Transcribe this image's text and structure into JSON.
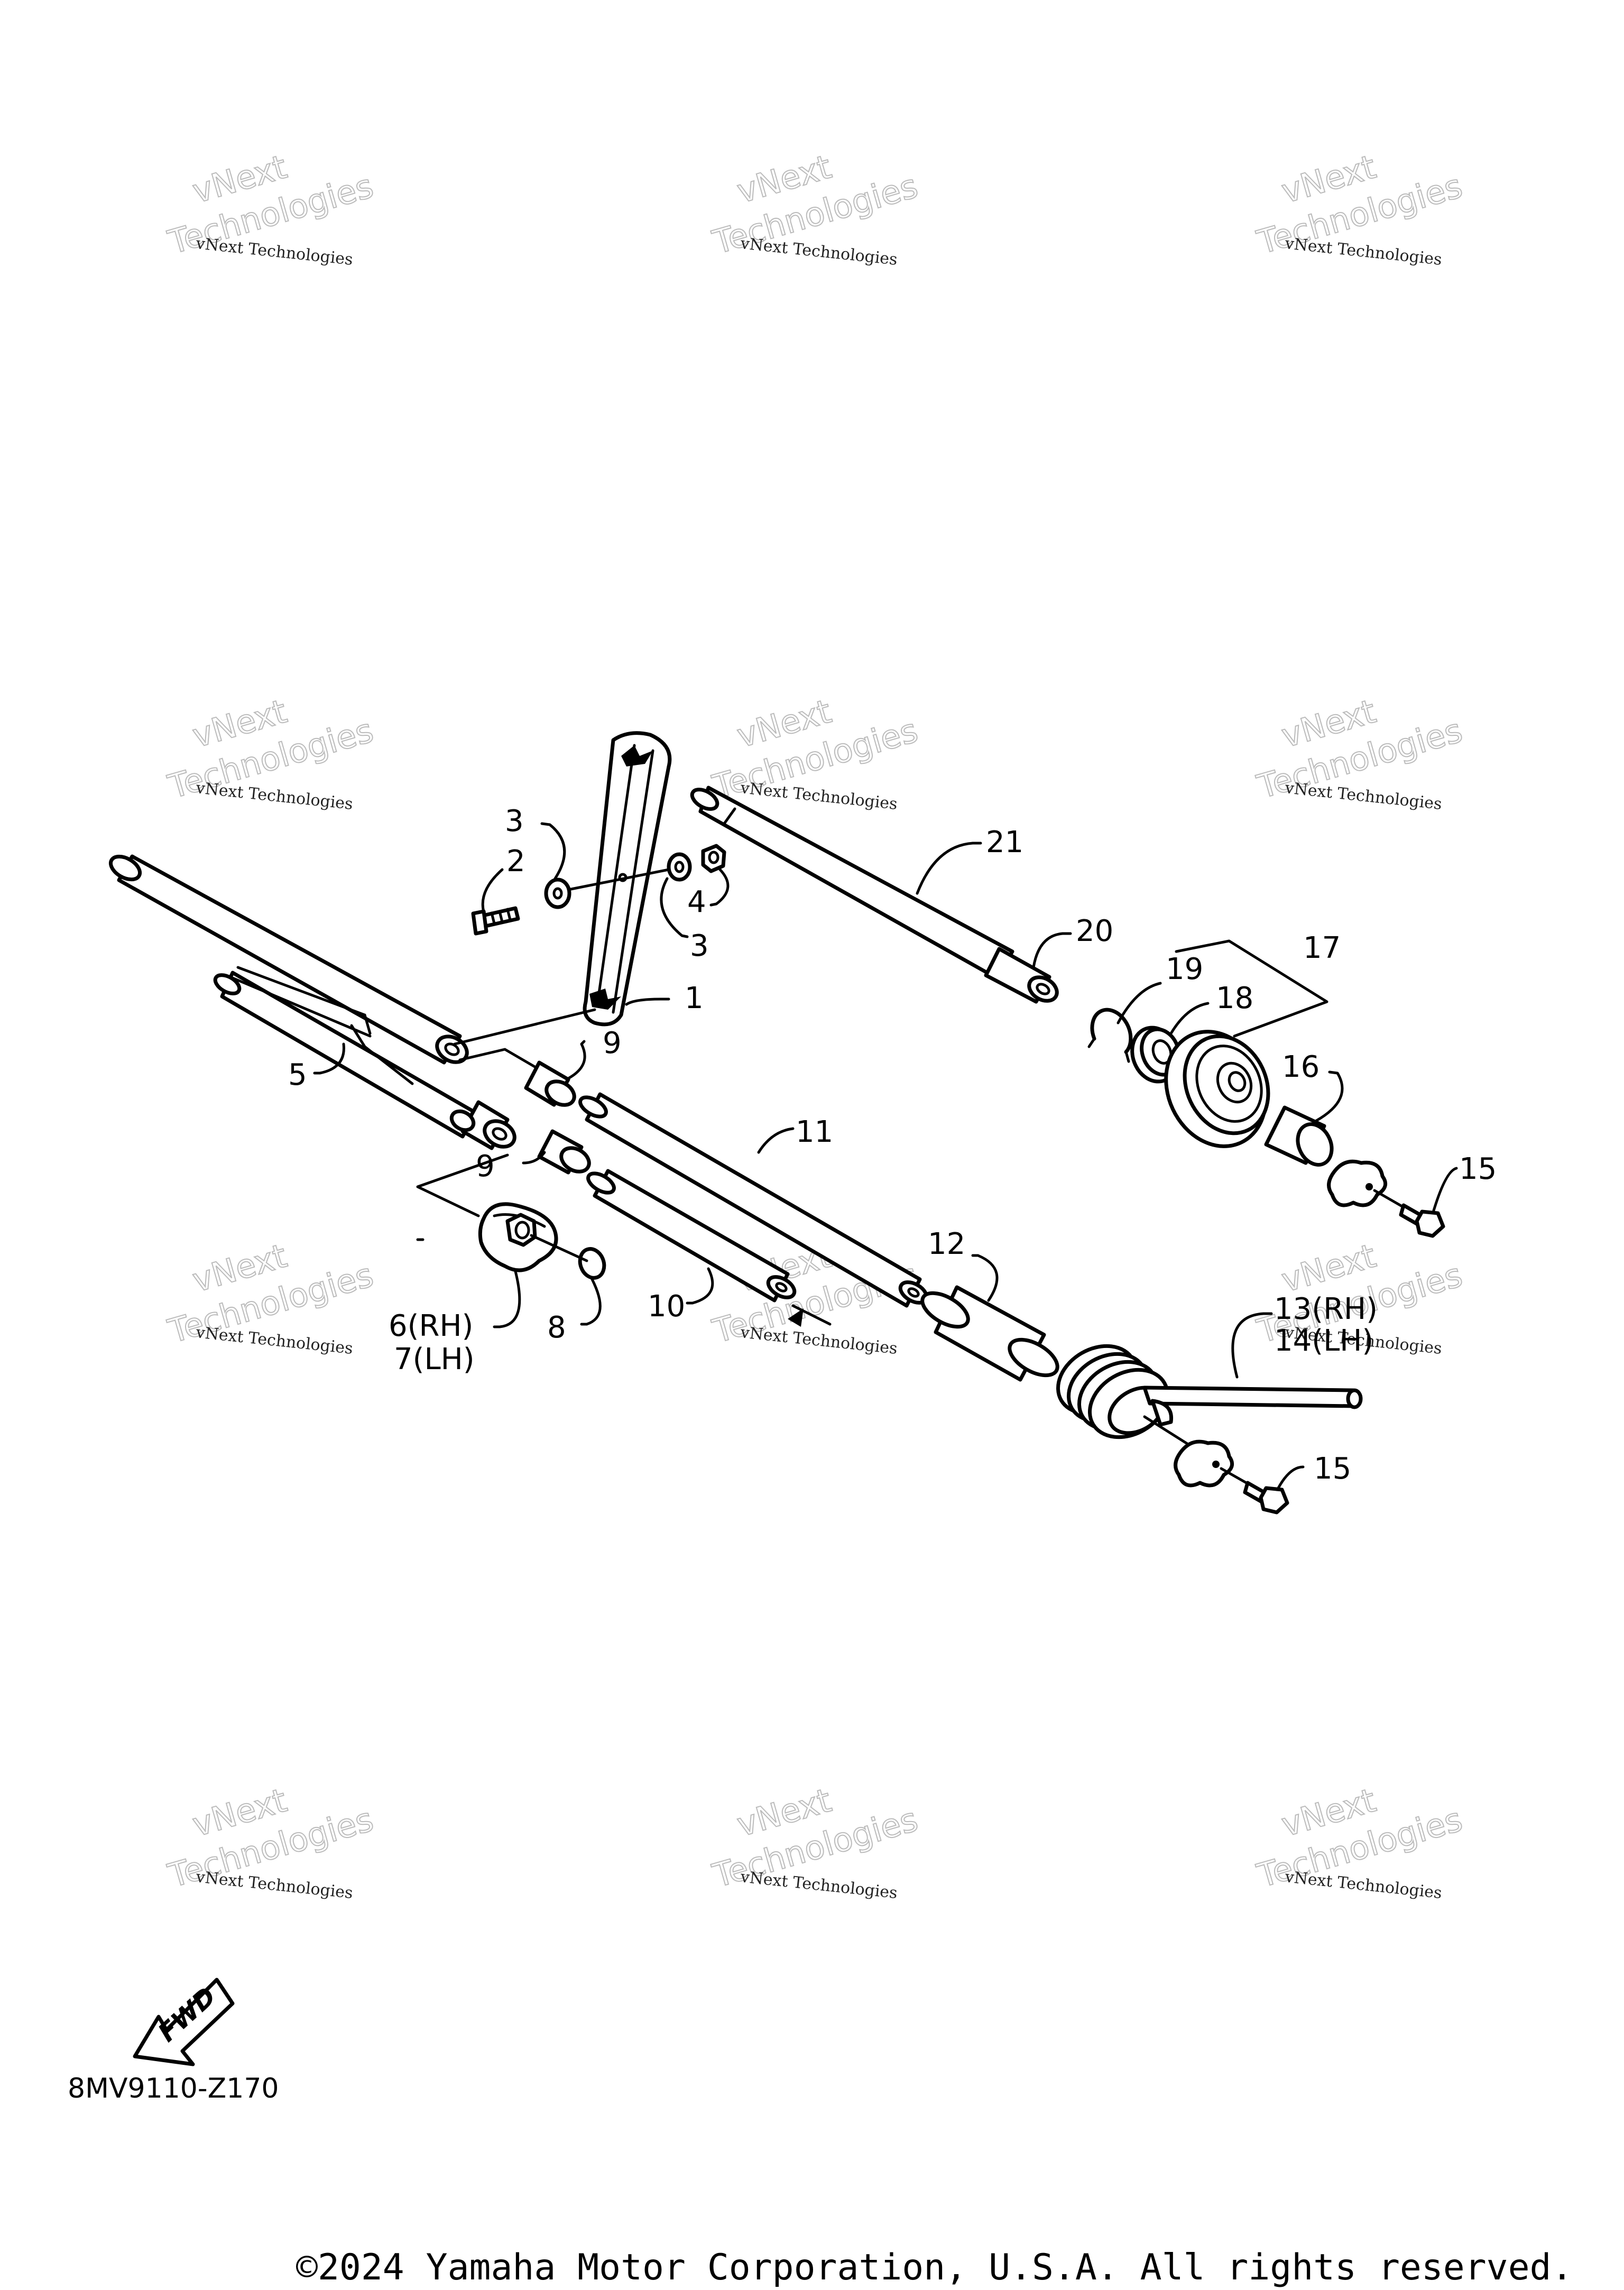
{
  "diagram": {
    "callouts": {
      "c1": "1",
      "c2": "2",
      "c3a": "3",
      "c3b": "3",
      "c4": "4",
      "c5": "5",
      "c6": "6(RH)",
      "c7": "7(LH)",
      "c8": "8",
      "c9a": "9",
      "c9b": "9",
      "c10": "10",
      "c11": "11",
      "c12": "12",
      "c13": "13(RH)",
      "c14": "14(LH)",
      "c15a": "15",
      "c15b": "15",
      "c16": "16",
      "c17": "17",
      "c18": "18",
      "c19": "19",
      "c20": "20",
      "c21": "21"
    },
    "fwd_label": "FWD",
    "diagram_code": "8MV9110-Z170",
    "copyright": "©2024 Yamaha Motor Corporation, U.S.A. All rights reserved.",
    "watermark": {
      "line_small": "vNext Technologies",
      "line_big1": "vNext",
      "line_big2": "Technologies"
    }
  }
}
